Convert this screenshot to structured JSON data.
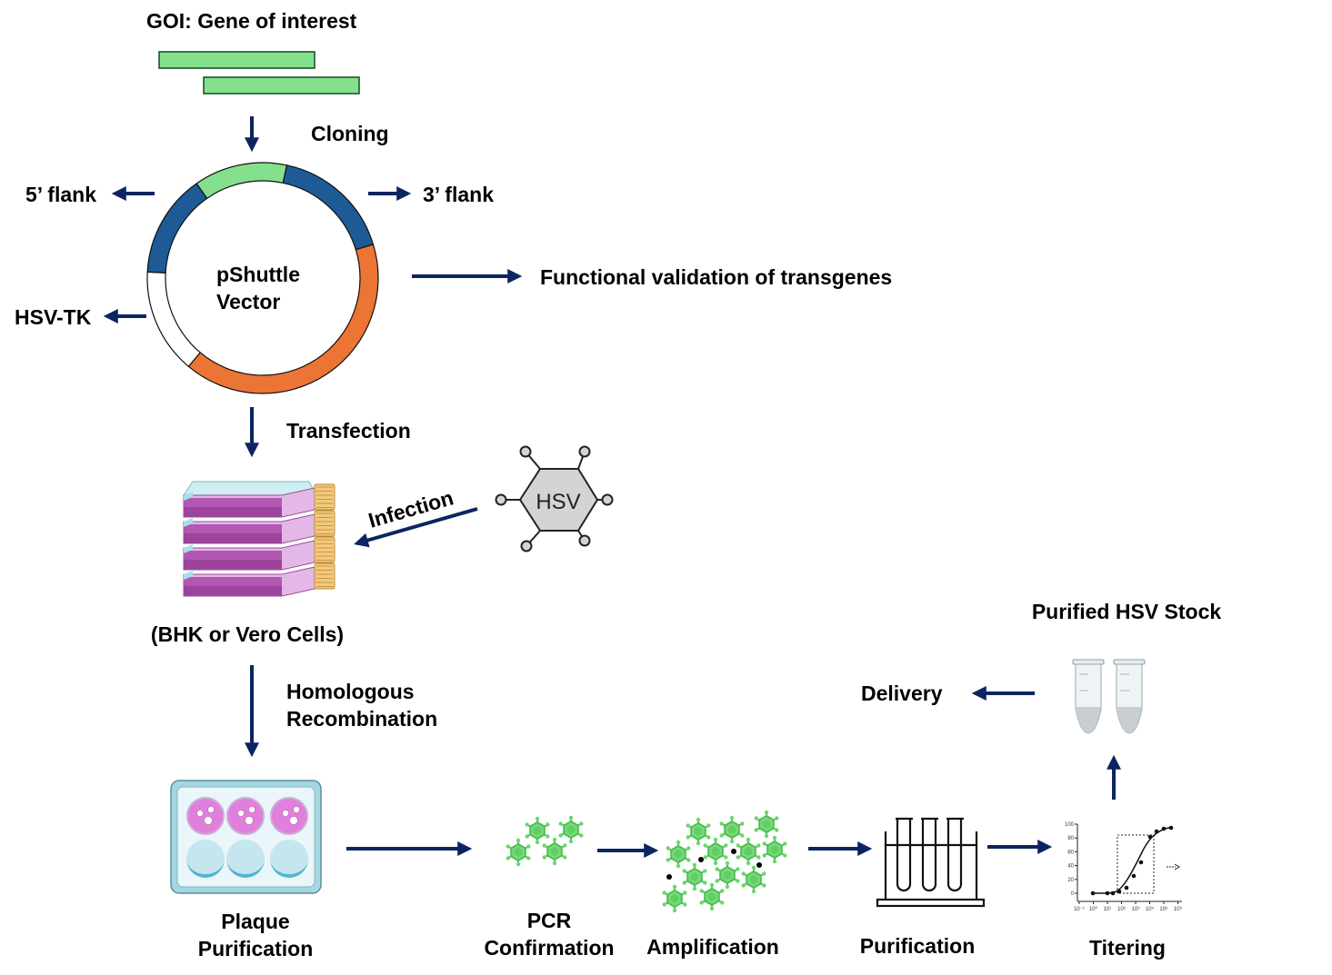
{
  "colors": {
    "arrow": "#0b2560",
    "goi_green": "#84e08c",
    "flank_blue": "#1e5a96",
    "backbone_orange": "#ec7435",
    "hsv_gray": "#d4d4d4",
    "virus_green": "#69d86c",
    "flask_purple": "#b258b2",
    "plate_pink": "#e080dc",
    "plate_blue": "#c6e6ef"
  },
  "labels": {
    "goi": "GOI: Gene of interest",
    "cloning": "Cloning",
    "flank5": "5’ flank",
    "flank3": "3’ flank",
    "hsv_tk": "HSV-TK",
    "vector_line1": "pShuttle",
    "vector_line2": "Vector",
    "functional_validation": "Functional validation of transgenes",
    "transfection": "Transfection",
    "infection": "Infection",
    "hsv": "HSV",
    "cells": "(BHK or Vero Cells)",
    "homologous_line1": "Homologous",
    "homologous_line2": "Recombination",
    "plaque_line1": "Plaque",
    "plaque_line2": "Purification",
    "pcr_line1": "PCR",
    "pcr_line2": "Confirmation",
    "amplification": "Amplification",
    "purification": "Purification",
    "titering": "Titering",
    "purified_stock": "Purified HSV Stock",
    "delivery": "Delivery"
  },
  "titer_plot": {
    "y_ticks": [
      "100",
      "80",
      "60",
      "40",
      "20",
      "0"
    ],
    "x_ticks": [
      "10⁻¹",
      "10⁰",
      "10¹",
      "10²",
      "10³",
      "10⁴",
      "10⁵",
      "10⁶"
    ]
  }
}
